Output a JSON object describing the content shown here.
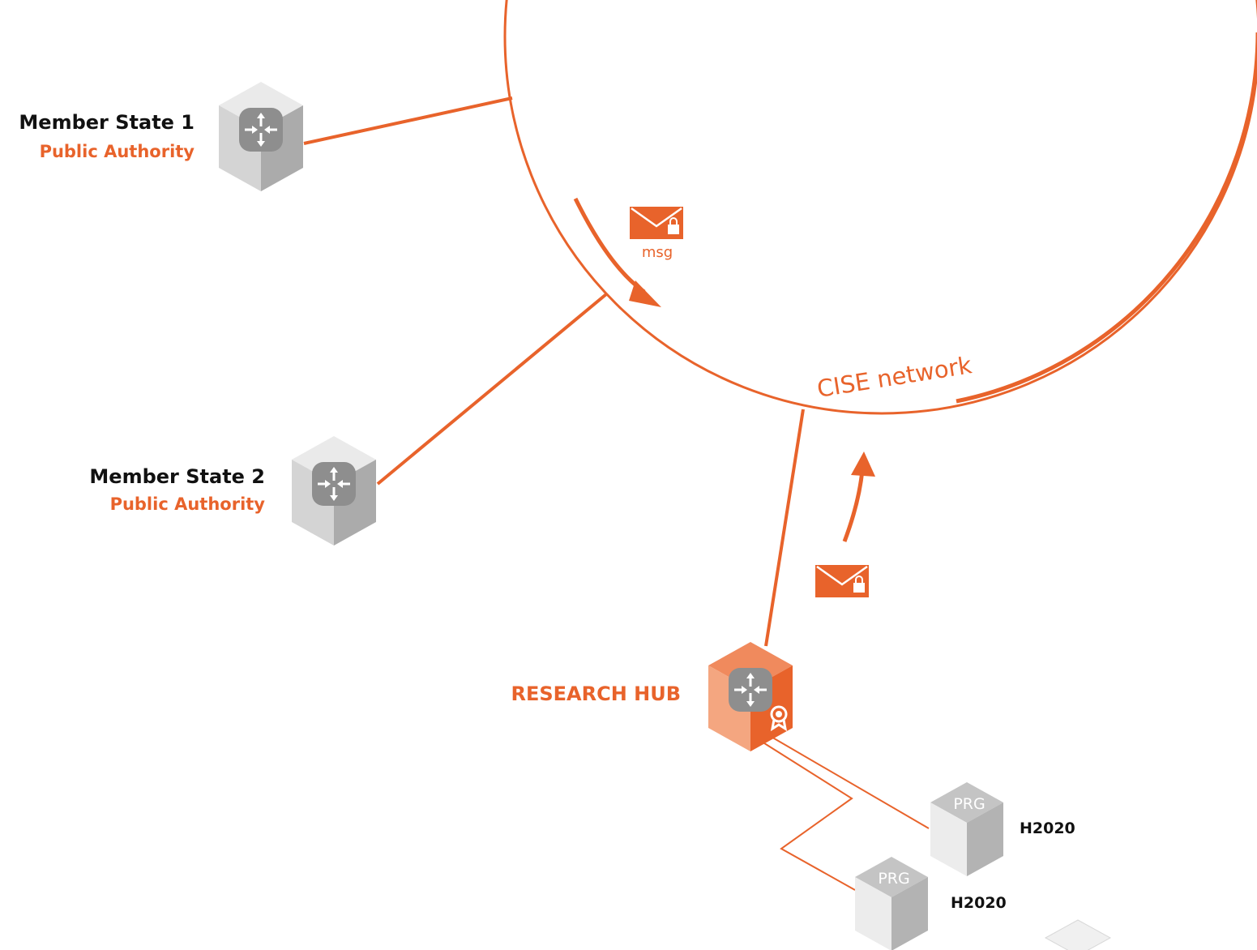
{
  "nodes": {
    "member_state_1": {
      "title": "Member State 1",
      "subtitle": "Public Authority"
    },
    "member_state_2": {
      "title": "Member State 2",
      "subtitle": "Public Authority"
    },
    "research_hub": {
      "title": "RESEARCH HUB"
    },
    "project_1": {
      "badge": "PRG",
      "label": "H2020"
    },
    "project_2": {
      "badge": "PRG",
      "label": "H2020"
    }
  },
  "network": {
    "label": "CISE network"
  },
  "messages": {
    "msg_label": "msg"
  },
  "icons": {
    "router": "router-icon",
    "certificate": "certificate-icon",
    "envelope": "envelope-lock-icon",
    "arrow": "arrow-icon"
  },
  "colors": {
    "accent": "#e8632b",
    "text_dark": "#111111",
    "cube_light": "#e6e6e6",
    "cube_mid": "#d2d2d2",
    "cube_dark": "#a9a9a9"
  }
}
